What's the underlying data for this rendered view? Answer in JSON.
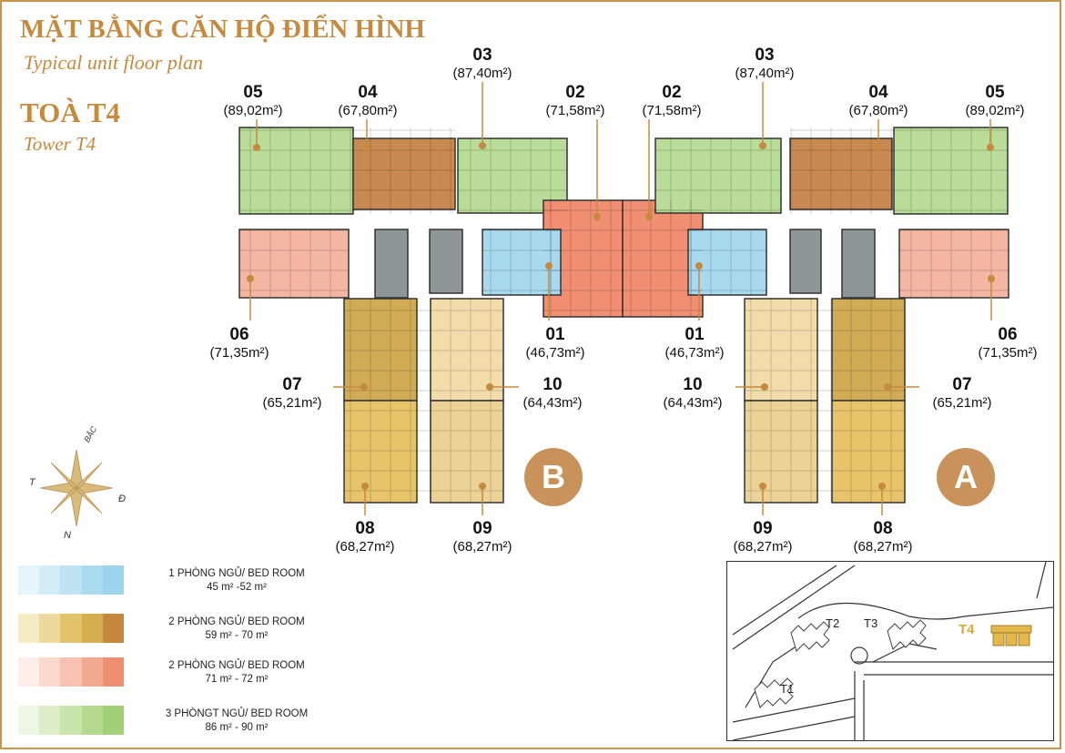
{
  "header": {
    "title": "MẶT BẰNG CĂN HỘ ĐIỂN HÌNH",
    "subtitle": "Typical unit floor plan",
    "tower": "TOÀ T4",
    "tower_en": "Tower T4"
  },
  "wings": {
    "b": "B",
    "a": "A"
  },
  "units": [
    {
      "id": "u05l",
      "no": "05",
      "area": "(89,02m²)"
    },
    {
      "id": "u04l",
      "no": "04",
      "area": "(67,80m²)"
    },
    {
      "id": "u03l",
      "no": "03",
      "area": "(87,40m²)"
    },
    {
      "id": "u02l",
      "no": "02",
      "area": "(71,58m²)"
    },
    {
      "id": "u02r",
      "no": "02",
      "area": "(71,58m²)"
    },
    {
      "id": "u03r",
      "no": "03",
      "area": "(87,40m²)"
    },
    {
      "id": "u04r",
      "no": "04",
      "area": "(67,80m²)"
    },
    {
      "id": "u05r",
      "no": "05",
      "area": "(89,02m²)"
    },
    {
      "id": "u06l",
      "no": "06",
      "area": "(71,35m²)"
    },
    {
      "id": "u01l",
      "no": "01",
      "area": "(46,73m²)"
    },
    {
      "id": "u01r",
      "no": "01",
      "area": "(46,73m²)"
    },
    {
      "id": "u06r",
      "no": "06",
      "area": "(71,35m²)"
    },
    {
      "id": "u07l",
      "no": "07",
      "area": "(65,21m²)"
    },
    {
      "id": "u10l",
      "no": "10",
      "area": "(64,43m²)"
    },
    {
      "id": "u10r",
      "no": "10",
      "area": "(64,43m²)"
    },
    {
      "id": "u07r",
      "no": "07",
      "area": "(65,21m²)"
    },
    {
      "id": "u08l",
      "no": "08",
      "area": "(68,27m²)"
    },
    {
      "id": "u09l",
      "no": "09",
      "area": "(68,27m²)"
    },
    {
      "id": "u09r",
      "no": "09",
      "area": "(68,27m²)"
    },
    {
      "id": "u08r",
      "no": "08",
      "area": "(68,27m²)"
    }
  ],
  "compass": {
    "north": "N",
    "south": "BẮC",
    "east": "Đ",
    "west": "T"
  },
  "legend": [
    {
      "line1": "1 PHÒNG NGỦ/ BED ROOM",
      "line2": "45 m² -52 m²",
      "colors": [
        "#e6f4fb",
        "#d2ecf7",
        "#bfe3f3",
        "#aadbef",
        "#9bd4ec"
      ]
    },
    {
      "line1": "2 PHÒNG NGỦ/ BED ROOM",
      "line2": "59 m² - 70 m²",
      "colors": [
        "#f5ecc6",
        "#edd99b",
        "#e2c36b",
        "#d6ad4f",
        "#c4883e"
      ]
    },
    {
      "line1": "2 PHÒNG NGỦ/ BED ROOM",
      "line2": "71 m² - 72 m²",
      "colors": [
        "#fdeee9",
        "#fad9cf",
        "#f7c2b2",
        "#f3a98f",
        "#ee8f70"
      ]
    },
    {
      "line1": "3 PHÒNGT NGỦ/ BED ROOM",
      "line2": "86 m² - 90 m²",
      "colors": [
        "#eef6e4",
        "#dcedc8",
        "#c9e4ac",
        "#b5da8f",
        "#a2d078"
      ]
    }
  ],
  "minimap": {
    "t1": "T1",
    "t2": "T2",
    "t3": "T3",
    "t4": "T4"
  },
  "colors": {
    "green": "#b9dc98",
    "brown": "#c98a52",
    "salmon": "#f08f72",
    "pink": "#f5b6a3",
    "blue": "#a8d9ee",
    "dark_gold": "#d2ac55",
    "gold": "#e7c46a",
    "beige": "#f1dcaa",
    "gray": "#8e9699",
    "accent": "#c58a3f"
  }
}
